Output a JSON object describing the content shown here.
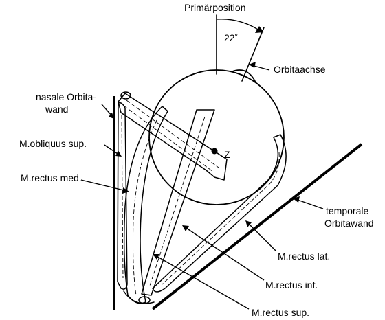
{
  "labels": {
    "primaerposition": "Primärposition",
    "angle": "22˚",
    "orbitaachse": "Orbitaachse",
    "nasale_line1": "nasale Orbita-",
    "nasale_line2": "wand",
    "obliquus_sup": "M.obliquus sup.",
    "rectus_med": "M.rectus med.",
    "center": "Z",
    "temporale_line1": "temporale",
    "temporale_line2": "Orbitawand",
    "rectus_lat": "M.rectus lat.",
    "rectus_inf": "M.rectus inf.",
    "rectus_sup": "M.rectus sup."
  }
}
